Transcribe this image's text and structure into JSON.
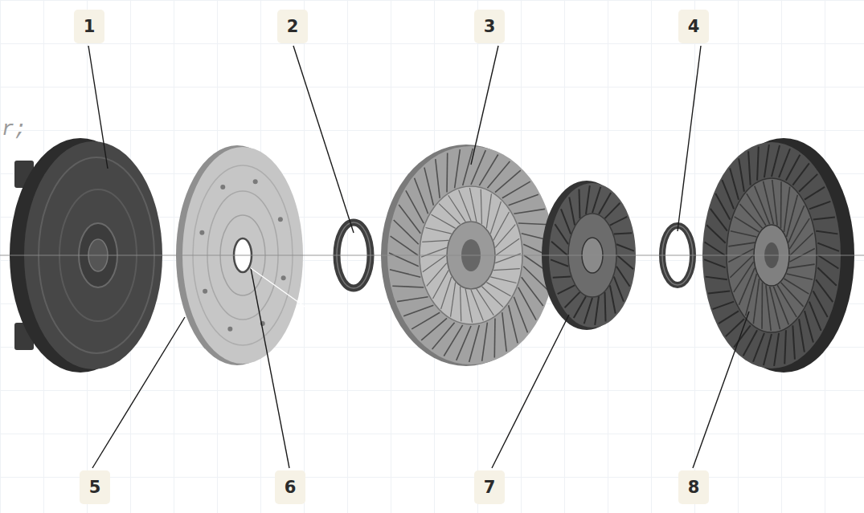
{
  "diagram": {
    "labels": [
      "1",
      "2",
      "3",
      "4",
      "5",
      "6",
      "7",
      "8",
      "r;"
    ]
  }
}
